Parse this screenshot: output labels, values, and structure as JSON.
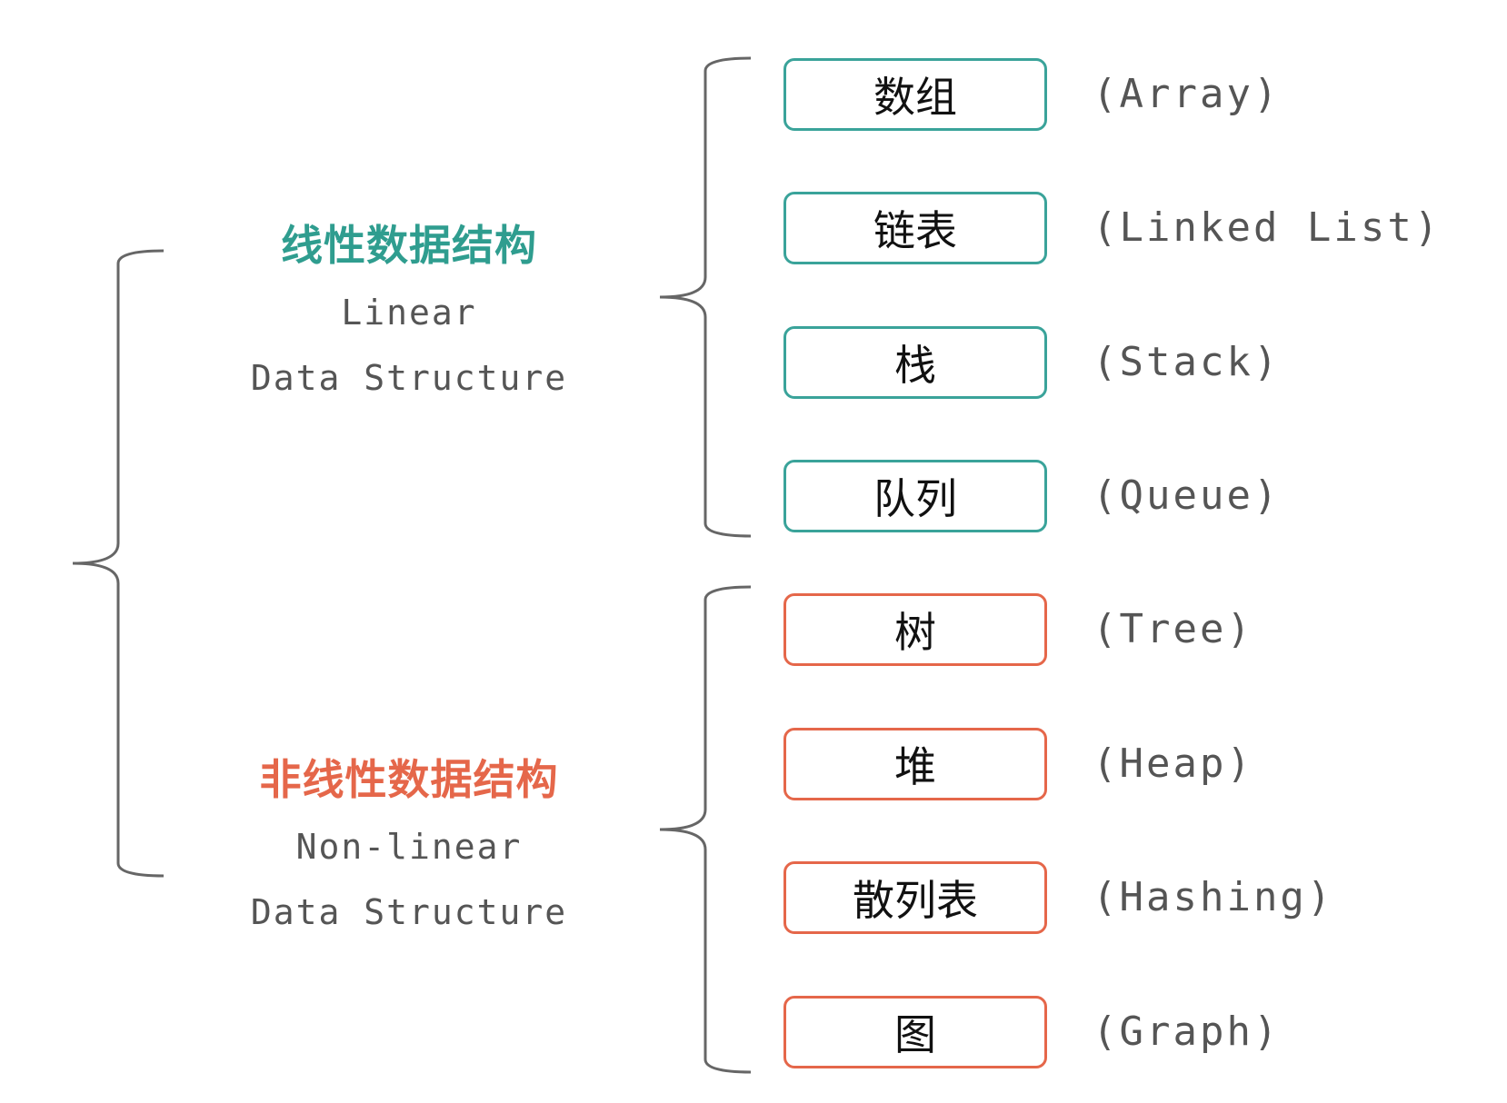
{
  "colors": {
    "linear": "#2f9d8f",
    "nonlinear": "#e5674a",
    "bracket": "#666666"
  },
  "groups": [
    {
      "title": "线性数据结构",
      "subtitle_line1": "Linear",
      "subtitle_line2": "Data Structure",
      "items": [
        {
          "zh": "数组",
          "en": "(Array)"
        },
        {
          "zh": "链表",
          "en": "(Linked List)"
        },
        {
          "zh": "栈",
          "en": "(Stack)"
        },
        {
          "zh": "队列",
          "en": "(Queue)"
        }
      ]
    },
    {
      "title": "非线性数据结构",
      "subtitle_line1": "Non-linear",
      "subtitle_line2": "Data Structure",
      "items": [
        {
          "zh": "树",
          "en": "(Tree)"
        },
        {
          "zh": "堆",
          "en": "(Heap)"
        },
        {
          "zh": "散列表",
          "en": "(Hashing)"
        },
        {
          "zh": "图",
          "en": "(Graph)"
        }
      ]
    }
  ]
}
